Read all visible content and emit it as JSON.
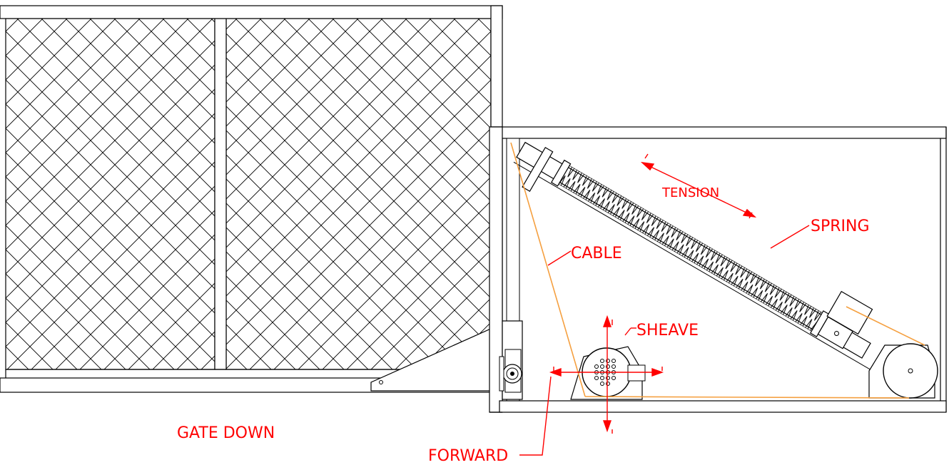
{
  "labels": {
    "tension": "TENSION",
    "spring": "SPRING",
    "cable": "CABLE",
    "sheave": "SHEAVE",
    "gate_down": "GATE DOWN",
    "forward": "FORWARD"
  },
  "colors": {
    "line": "#000000",
    "annotation": "#ff0000",
    "cable": "#f5a040"
  }
}
